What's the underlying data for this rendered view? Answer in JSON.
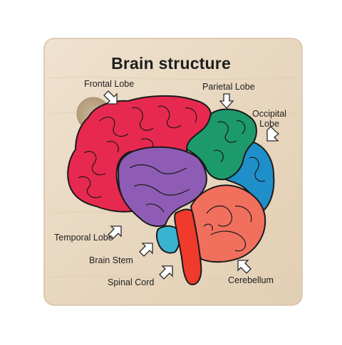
{
  "board": {
    "title": "Brain structure",
    "wood_color": "#e9d9c3"
  },
  "labels": {
    "frontal_lobe": "Frontal Lobe",
    "parietal_lobe": "Parietal Lobe",
    "occipital_lobe_line1": "Occipital",
    "occipital_lobe_line2": "Lobe",
    "temporal_lobe": "Temporal Lobe",
    "brain_stem": "Brain Stem",
    "spinal_cord": "Spinal Cord",
    "cerebellum": "Cerebellum"
  },
  "piece_colors": {
    "frontal_lobe": "#e8294f",
    "parietal_lobe": "#1d9a6c",
    "occipital_lobe": "#1f8fc9",
    "temporal_lobe": "#8e5cb5",
    "cerebellum": "#f1705d",
    "brain_stem": "#3ab3d1",
    "spinal_cord": "#ef3a2c"
  },
  "icons": [
    "arrow-icon"
  ]
}
